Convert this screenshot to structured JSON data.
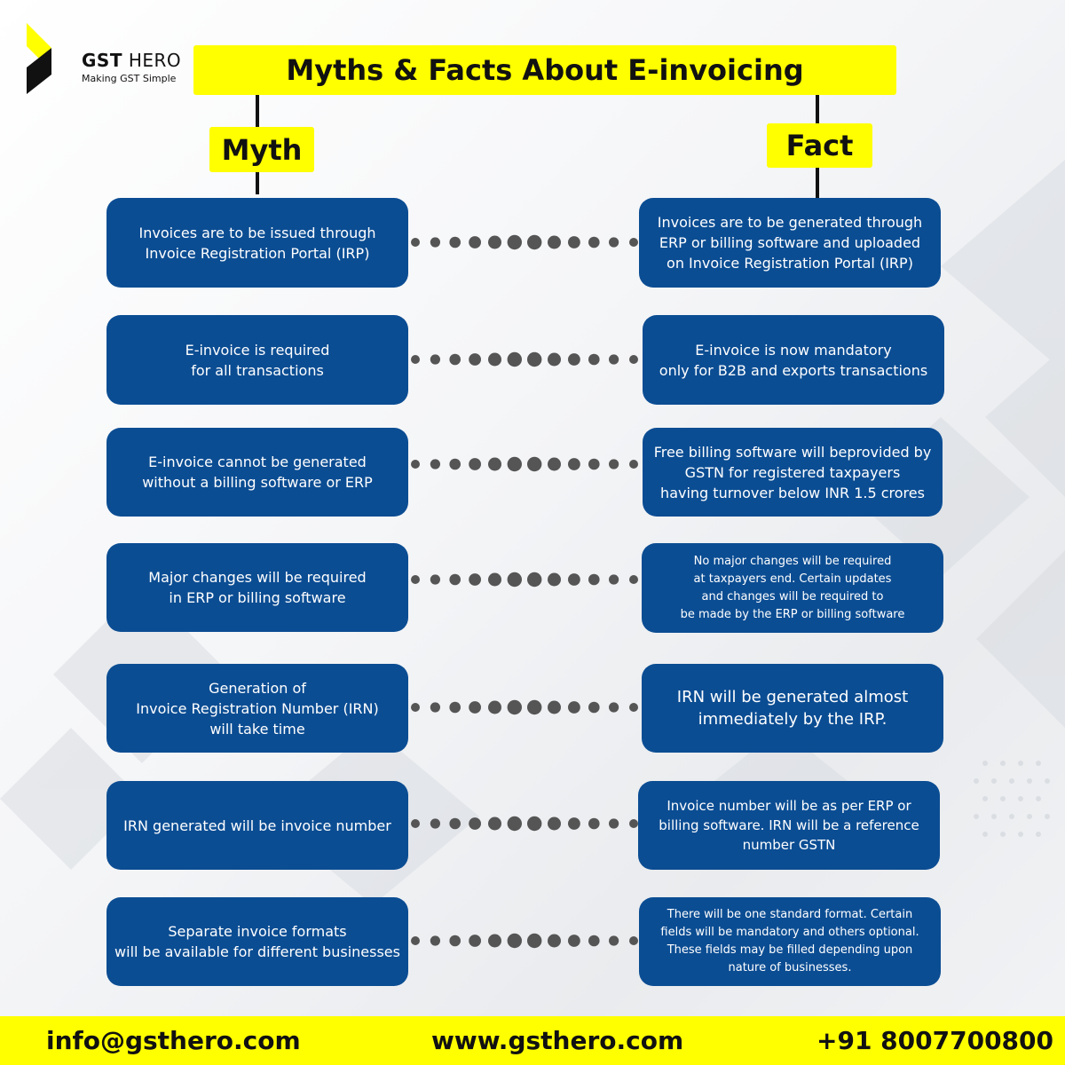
{
  "brand": {
    "name_bold": "GST",
    "name_thin": " HERO",
    "tagline": "Making GST Simple",
    "colors": {
      "yellow": "#ffff00",
      "card_blue": "#0b4d93",
      "dots": "#555555"
    }
  },
  "title": "Myths & Facts About E-invoicing",
  "columns": {
    "myth": "Myth",
    "fact": "Fact"
  },
  "rows": [
    {
      "myth": "Invoices are to be issued through\nInvoice Registration Portal (IRP)",
      "fact": "Invoices are to be generated through\nERP or billing software and uploaded\non Invoice Registration Portal (IRP)"
    },
    {
      "myth": "E-invoice is required\nfor all transactions",
      "fact": "E-invoice is now mandatory\nonly for B2B and exports transactions"
    },
    {
      "myth": "E-invoice cannot be generated\nwithout a billing software or ERP",
      "fact": "Free billing software will beprovided by\nGSTN for registered taxpayers\nhaving turnover below INR 1.5 crores"
    },
    {
      "myth": "Major changes will be required\nin ERP or billing software",
      "fact": "No major changes will be required\nat taxpayers end. Certain updates\nand changes will be required to\nbe made by the ERP or billing software"
    },
    {
      "myth": "Generation of\nInvoice Registration Number (IRN)\nwill take time",
      "fact": "IRN will be generated almost\nimmediately by the IRP."
    },
    {
      "myth": "IRN generated will be invoice number",
      "fact": "Invoice number will be as per ERP or\nbilling software. IRN will be a reference\nnumber GSTN"
    },
    {
      "myth": "Separate invoice formats\nwill be available for different businesses",
      "fact": "There will be one standard format. Certain\nfields will be mandatory and others optional.\nThese fields may be filled depending upon\nnature of businesses."
    }
  ],
  "footer": {
    "email": "info@gsthero.com",
    "website": "www.gsthero.com",
    "phone": "+91 8007700800"
  }
}
